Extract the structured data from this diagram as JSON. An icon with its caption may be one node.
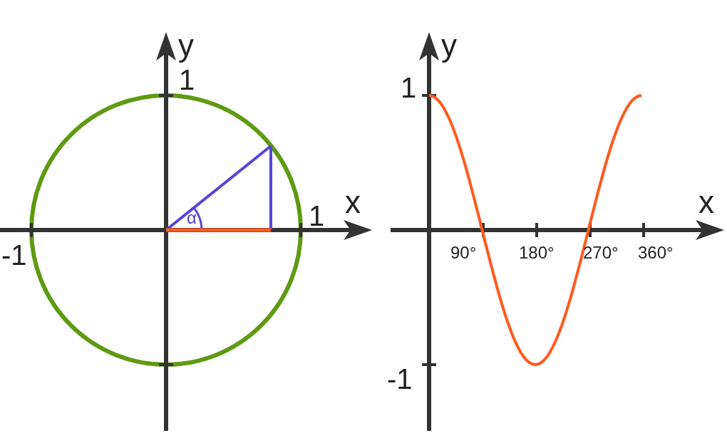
{
  "diagram": {
    "labels": [
      "y",
      "1",
      "x",
      "1",
      "-1",
      "α",
      "y",
      "1",
      "x",
      "90°",
      "180°",
      "270°",
      "360°",
      "-1"
    ]
  }
}
